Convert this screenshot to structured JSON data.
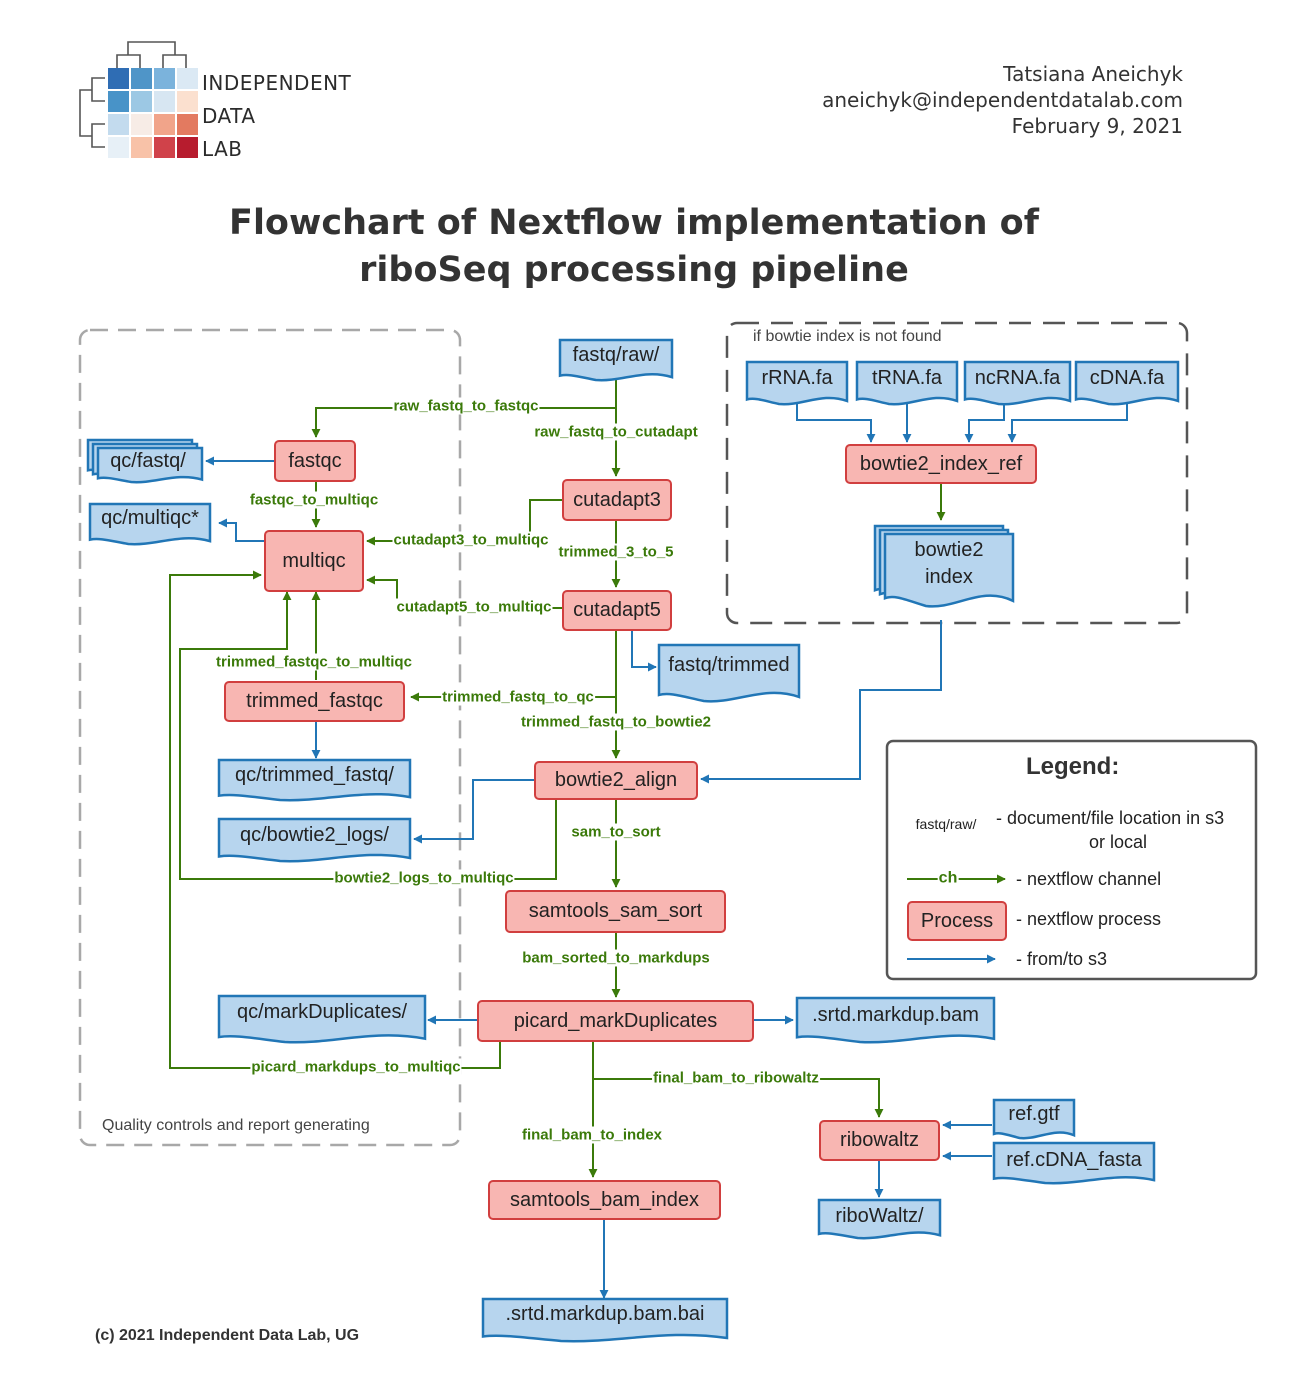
{
  "brand": {
    "name_lines": [
      "INDEPENDENT",
      "DATA",
      "LAB"
    ],
    "heatmap_colors": [
      [
        "#2f6db4",
        "#4f95c8",
        "#7bb3dc",
        "#dbe9f4"
      ],
      [
        "#4893c8",
        "#9cc8e4",
        "#d7e6f2",
        "#fbe0cf"
      ],
      [
        "#c3dbee",
        "#f7ece6",
        "#f1a48a",
        "#e37a60"
      ],
      [
        "#e7f0f7",
        "#f8c2a8",
        "#d0424a",
        "#b71c2e"
      ]
    ]
  },
  "author": {
    "name": "Tatsiana Aneichyk",
    "email": "aneichyk@independentdatalab.com",
    "date": "February 9, 2021"
  },
  "title": {
    "line1": "Flowchart of Nextflow implementation of",
    "line2": "riboSeq processing pipeline"
  },
  "groups": {
    "qc": "Quality controls and report generating",
    "index": "if bowtie index is not found"
  },
  "processes": {
    "fastqc": "fastqc",
    "multiqc": "multiqc",
    "cutadapt3": "cutadapt3",
    "cutadapt5": "cutadapt5",
    "trimmed_fastqc": "trimmed_fastqc",
    "bowtie2_index_ref": "bowtie2_index_ref",
    "bowtie2_align": "bowtie2_align",
    "samtools_sam_sort": "samtools_sam_sort",
    "picard_markDuplicates": "picard_markDuplicates",
    "ribowaltz": "ribowaltz",
    "samtools_bam_index": "samtools_bam_index"
  },
  "documents": {
    "fastq_raw": "fastq/raw/",
    "qc_fastq": "qc/fastq/",
    "qc_multiqc": "qc/multiqc*",
    "fastq_trimmed": "fastq/trimmed",
    "qc_trimmed_fastq": "qc/trimmed_fastq/",
    "qc_bowtie2_logs": "qc/bowtie2_logs/",
    "rrna": "rRNA.fa",
    "trna": "tRNA.fa",
    "ncrna": "ncRNA.fa",
    "cdna": "cDNA.fa",
    "bowtie2_index_line1": "bowtie2",
    "bowtie2_index_line2": "index",
    "qc_markduplicates": "qc/markDuplicates/",
    "srtd_markdup_bam": ".srtd.markdup.bam",
    "ref_gtf": "ref.gtf",
    "ref_cdna_fasta": "ref.cDNA_fasta",
    "ribowaltz_out": "riboWaltz/",
    "srtd_markdup_bai": ".srtd.markdup.bam.bai"
  },
  "channels": {
    "raw_fastq_to_fastqc": "raw_fastq_to_fastqc",
    "raw_fastq_to_cutadapt": "raw_fastq_to_cutadapt",
    "fastqc_to_multiqc": "fastqc_to_multiqc",
    "cutadapt3_to_multiqc": "cutadapt3_to_multiqc",
    "trimmed_3_to_5": "trimmed_3_to_5",
    "cutadapt5_to_multiqc": "cutadapt5_to_multiqc",
    "trimmed_fastqc_to_multiqc": "trimmed_fastqc_to_multiqc",
    "trimmed_fastq_to_qc": "trimmed_fastq_to_qc",
    "trimmed_fastq_to_bowtie2": "trimmed_fastq_to_bowtie2",
    "sam_to_sort": "sam_to_sort",
    "bowtie2_logs_to_multiqc": "bowtie2_logs_to_multiqc",
    "bam_sorted_to_markdups": "bam_sorted_to_markdups",
    "picard_markdups_to_multiqc": "picard_markdups_to_multiqc",
    "final_bam_to_ribowaltz": "final_bam_to_ribowaltz",
    "final_bam_to_index": "final_bam_to_index"
  },
  "legend": {
    "title": "Legend:",
    "doc_sample": "fastq/raw/",
    "doc_desc_line1": "- document/file location in s3",
    "doc_desc_line2": "or local",
    "channel_sample": "ch",
    "channel_desc": "- nextflow channel",
    "process_sample": "Process",
    "process_desc": "- nextflow process",
    "s3_desc": "- from/to s3"
  },
  "colors": {
    "process_fill": "#f8b6b2",
    "process_border": "#d13f3f",
    "doc_fill": "#b7d5ee",
    "doc_border": "#2176b6",
    "channel": "#3b7a0a",
    "s3_arrow": "#2176b6"
  },
  "copyright": "(c) 2021 Independent Data Lab, UG"
}
